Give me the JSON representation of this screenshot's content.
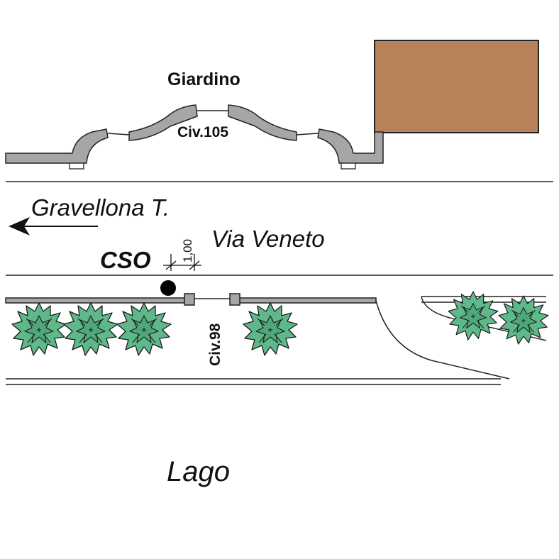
{
  "labels": {
    "giardino": "Giardino",
    "civ105": "Civ.105",
    "direction": "Gravellona T.",
    "street": "Via Veneto",
    "cso": "CSO",
    "dimension": "1,00",
    "civ98": "Civ.98",
    "lake": "Lago"
  },
  "colors": {
    "wall_fill": "#a6a6a6",
    "building_fill": "#b8825a",
    "tree_fill": "#5fb88a",
    "line": "#222222",
    "cso_marker": "#000000"
  },
  "icons": {
    "direction_arrow": "arrow-left-icon",
    "cso_marker": "filled-circle-icon",
    "tree": "shrub-icon"
  }
}
